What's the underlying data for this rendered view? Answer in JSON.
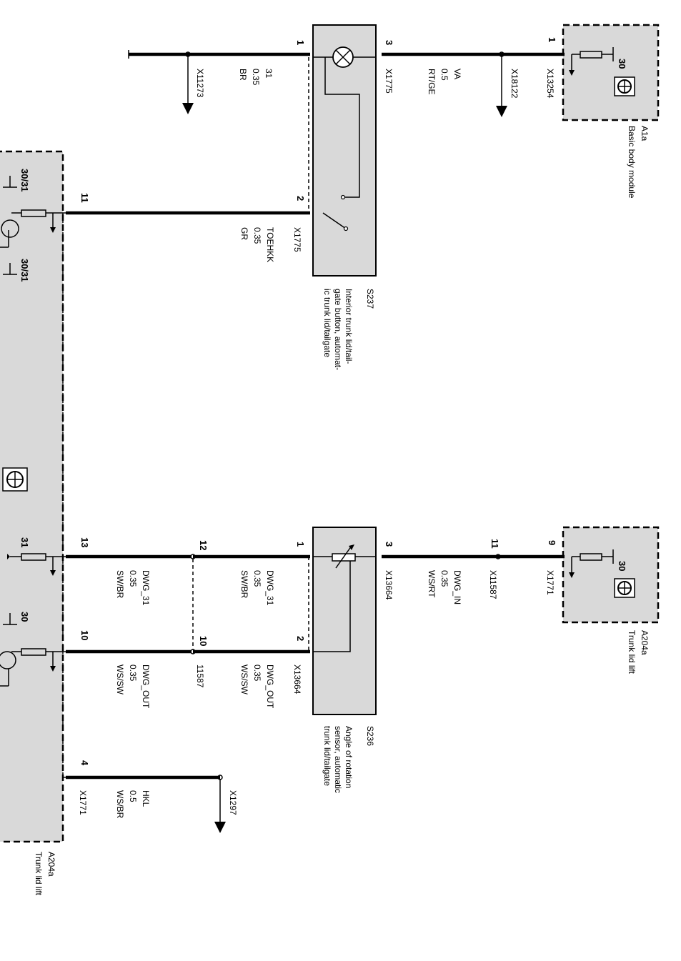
{
  "modules": {
    "basic_body_module": {
      "id": "A1a",
      "name": "Basic body module",
      "terminal": "30",
      "pin": "1",
      "connector": "X13254"
    },
    "trunk_lid_lift_top": {
      "id": "A204a",
      "name": "Trunk lid lift",
      "terminal": "30",
      "pin": "9",
      "connector": "X1771"
    },
    "trunk_lid_lift_bottom": {
      "id": "A204a",
      "name": "Trunk lid lift",
      "terminals": [
        "30/31",
        "30/31",
        "31",
        "30"
      ],
      "pins": [
        "11",
        "13",
        "10",
        "4"
      ],
      "connector": "X1771"
    }
  },
  "components": {
    "s237": {
      "id": "S237",
      "desc": [
        "Interior trunk lid/tail-",
        "gate button, automat-",
        "ic trunk lid/tailgate"
      ],
      "pins": [
        "1",
        "3",
        "2"
      ],
      "connector": "X1775"
    },
    "s236": {
      "id": "S236",
      "desc": [
        "Angle of rotation",
        "sensor, automatic",
        "trunk lid/tailgate"
      ],
      "pins": [
        "1",
        "3",
        "2"
      ],
      "connector": "X13664"
    }
  },
  "wires": {
    "w_br": {
      "name": "31",
      "size": "0.35",
      "color": "BR",
      "ground": "X11273"
    },
    "w_va": {
      "name": "VA",
      "size": "0.5",
      "color": "RT/GE",
      "ground": "X18122"
    },
    "w_toehkk": {
      "name": "TOEHKK",
      "size": "0.35",
      "color": "GR"
    },
    "w_dwg_in": {
      "name": "DWG_IN",
      "size": "0.35",
      "color": "WS/RT",
      "pin": "11",
      "connector": "X11587"
    },
    "w_dwg31_a": {
      "name": "DWG_31",
      "size": "0.35",
      "color": "SW/BR",
      "pin": "12"
    },
    "w_dwg31_b": {
      "name": "DWG_31",
      "size": "0.35",
      "color": "SW/BR"
    },
    "w_dwgout_a": {
      "name": "DWG_OUT",
      "size": "0.35",
      "color": "WS/SW",
      "pin": "10",
      "connector": "11587"
    },
    "w_dwgout_b": {
      "name": "DWG_OUT",
      "size": "0.35",
      "color": "WS/SW"
    },
    "w_hkl": {
      "name": "HKL",
      "size": "0.5",
      "color": "WS/BR",
      "ground": "X1297"
    }
  }
}
